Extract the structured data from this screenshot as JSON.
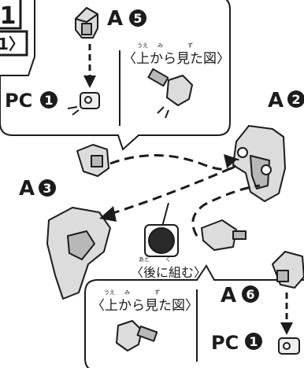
{
  "step": {
    "number_fragment": "1",
    "tab_fragment": "1〉"
  },
  "parts": {
    "a5": {
      "letter": "A",
      "num": "5"
    },
    "a2": {
      "letter": "A",
      "num": "2"
    },
    "a3": {
      "letter": "A",
      "num": "3"
    },
    "a6": {
      "letter": "A",
      "num": "6"
    },
    "pc1_top": {
      "letter": "PC",
      "num": "1"
    },
    "pc1_bottom": {
      "letter": "PC",
      "num": "1"
    }
  },
  "captions": {
    "top_view_top": "〈上から見た図〉",
    "top_view_bottom": "〈上から見た図〉",
    "assemble_later": "〈後に組む〉",
    "ruby_ue": "うえ",
    "ruby_mi": "み",
    "ruby_zu": "ず",
    "ruby_ato": "あと",
    "ruby_ku": "く"
  }
}
